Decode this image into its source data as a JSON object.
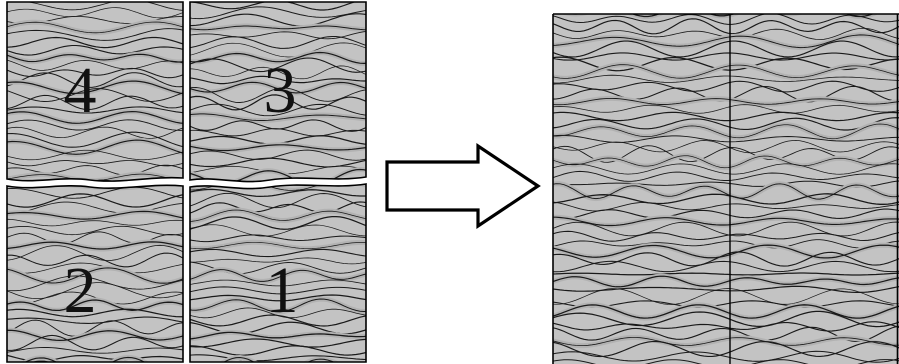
{
  "colors": {
    "background": "#ffffff",
    "tile_fill": "#c3c3c3",
    "tile_band": "#b2b2b2",
    "wave_line": "#1a1a1a",
    "outline": "#000000"
  },
  "tiles": [
    {
      "label": "4",
      "name": "tile-4"
    },
    {
      "label": "3",
      "name": "tile-3"
    },
    {
      "label": "2",
      "name": "tile-2"
    },
    {
      "label": "1",
      "name": "tile-1"
    }
  ],
  "arrow": {
    "icon": "right-arrow-icon"
  },
  "result": {
    "name": "assembled-texture"
  }
}
